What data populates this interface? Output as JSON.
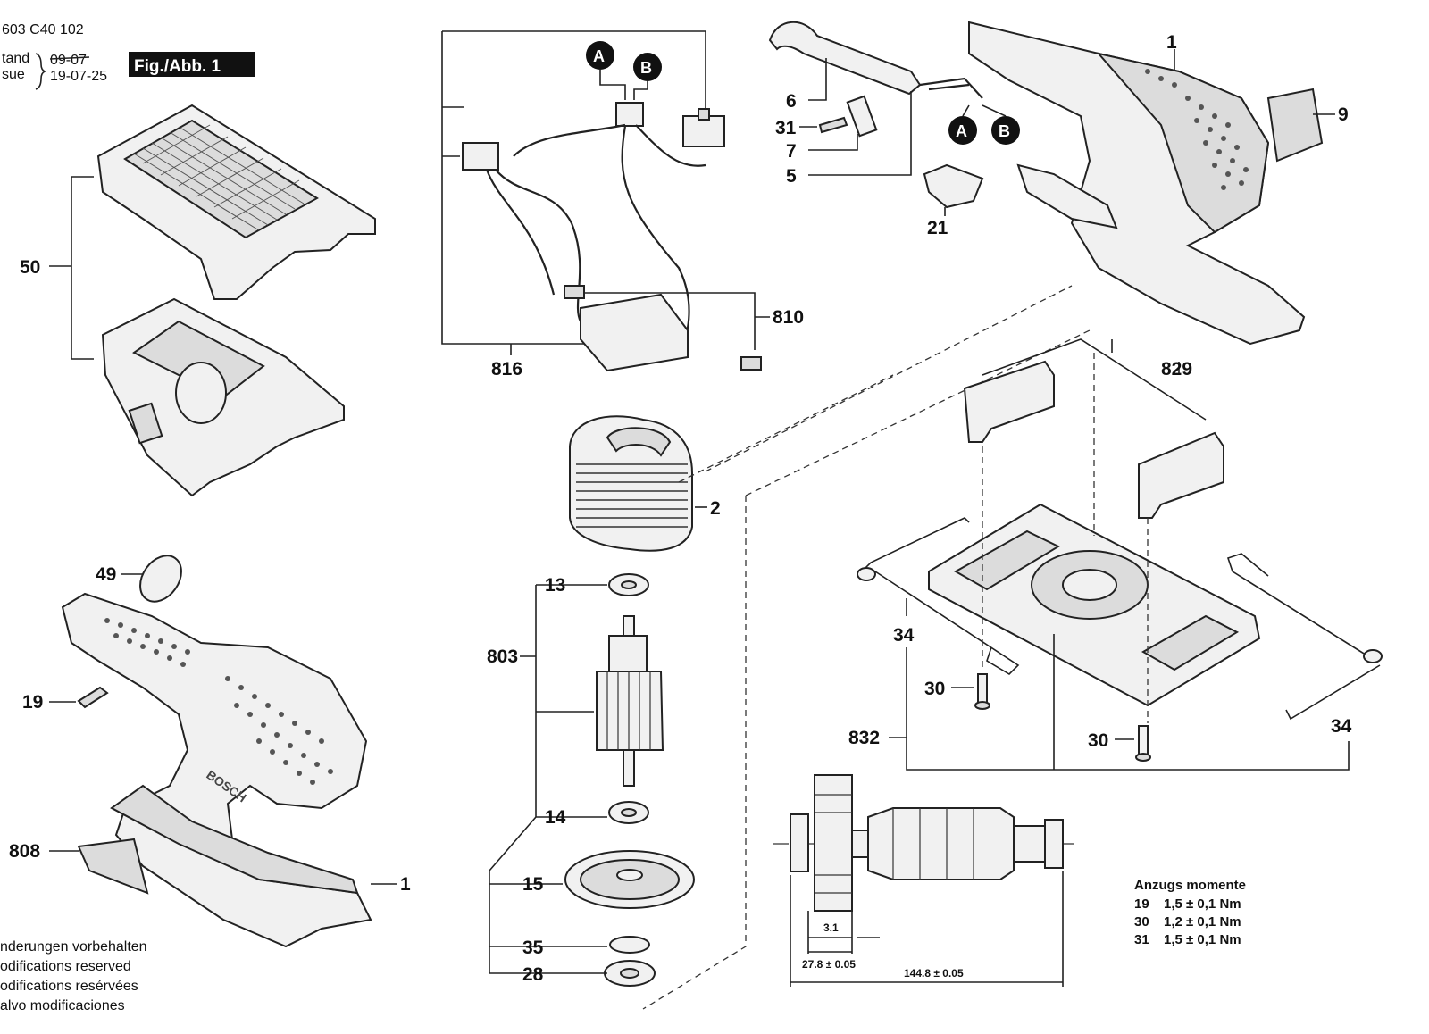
{
  "header": {
    "part_number": "603 C40 102",
    "stand_label": "tand",
    "issue_label": "sue",
    "stand_value": "09-07",
    "issue_value": "19-07-25",
    "figure_label": "Fig./Abb. 1"
  },
  "callouts": {
    "A": "A",
    "B": "B"
  },
  "part_labels": {
    "p1_top": "1",
    "p9": "9",
    "p6": "6",
    "p31": "31",
    "p7": "7",
    "p5": "5",
    "p21": "21",
    "p50": "50",
    "p810": "810",
    "p816": "816",
    "p829": "829",
    "p2": "2",
    "p13": "13",
    "p803": "803",
    "p14": "14",
    "p15": "15",
    "p35": "35",
    "p28": "28",
    "p49": "49",
    "p19": "19",
    "p808": "808",
    "p1_bottom": "1",
    "p34_left": "34",
    "p30_left": "30",
    "p832": "832",
    "p30_right": "30",
    "p34_right": "34"
  },
  "dimensions": {
    "d1": "3.1",
    "d2": "27.8 ± 0.05",
    "d3": "144.8 ± 0.05"
  },
  "torque": {
    "title": "Anzugs momente",
    "rows": [
      {
        "part": "19",
        "value": "1,5 ± 0,1 Nm"
      },
      {
        "part": "30",
        "value": "1,2 ± 0,1 Nm"
      },
      {
        "part": "31",
        "value": "1,5 ± 0,1 Nm"
      }
    ]
  },
  "footer_notes": [
    "nderungen vorbehalten",
    "odifications reserved",
    "odifications resérvées",
    "alvo modificaciones"
  ],
  "brand_mark": "BOSCH"
}
